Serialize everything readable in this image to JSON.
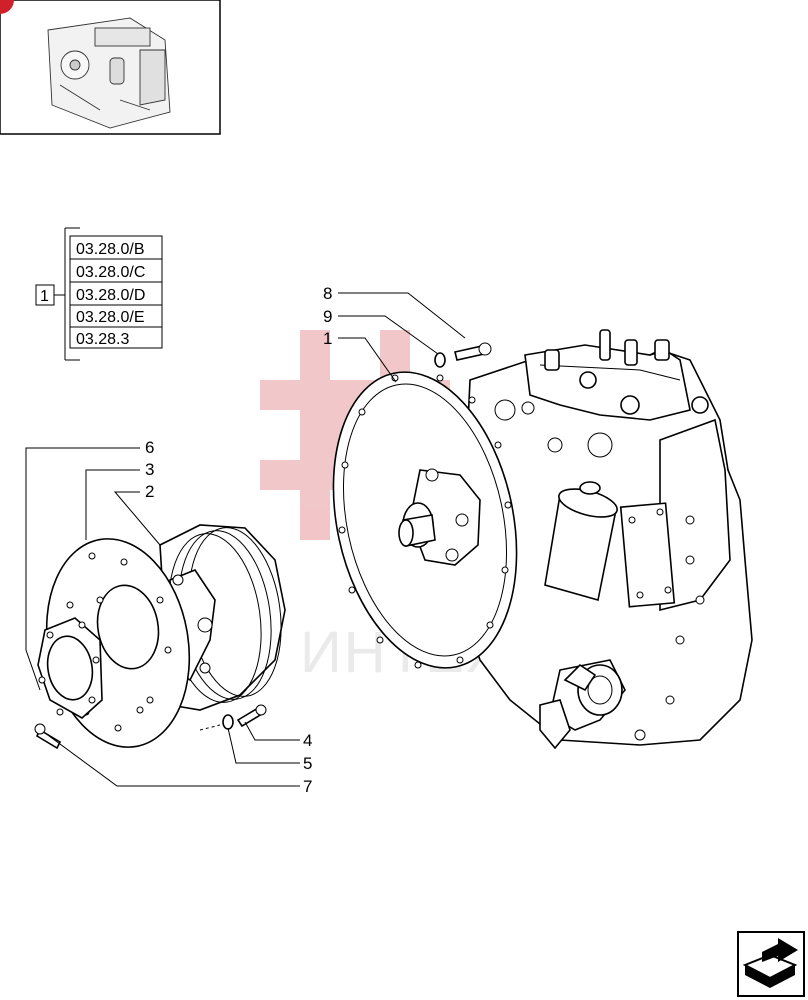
{
  "thumbnail": {
    "icon": "transmission-thumbnail-icon"
  },
  "reference_group": {
    "item_label": "1",
    "refs": [
      "03.28.0/B",
      "03.28.0/C",
      "03.28.0/D",
      "03.28.0/E",
      "03.28.3"
    ]
  },
  "callouts": {
    "c8": "8",
    "c9": "9",
    "c1": "1",
    "c6": "6",
    "c3": "3",
    "c2": "2",
    "c4": "4",
    "c5": "5",
    "c7": "7"
  },
  "watermark": {
    "text": "ИНТЕХ",
    "logo_color": "#e8999c"
  },
  "nav": {
    "icon": "next-page-arrow-icon"
  },
  "colors": {
    "accent": "#d0202a",
    "line": "#000000"
  }
}
